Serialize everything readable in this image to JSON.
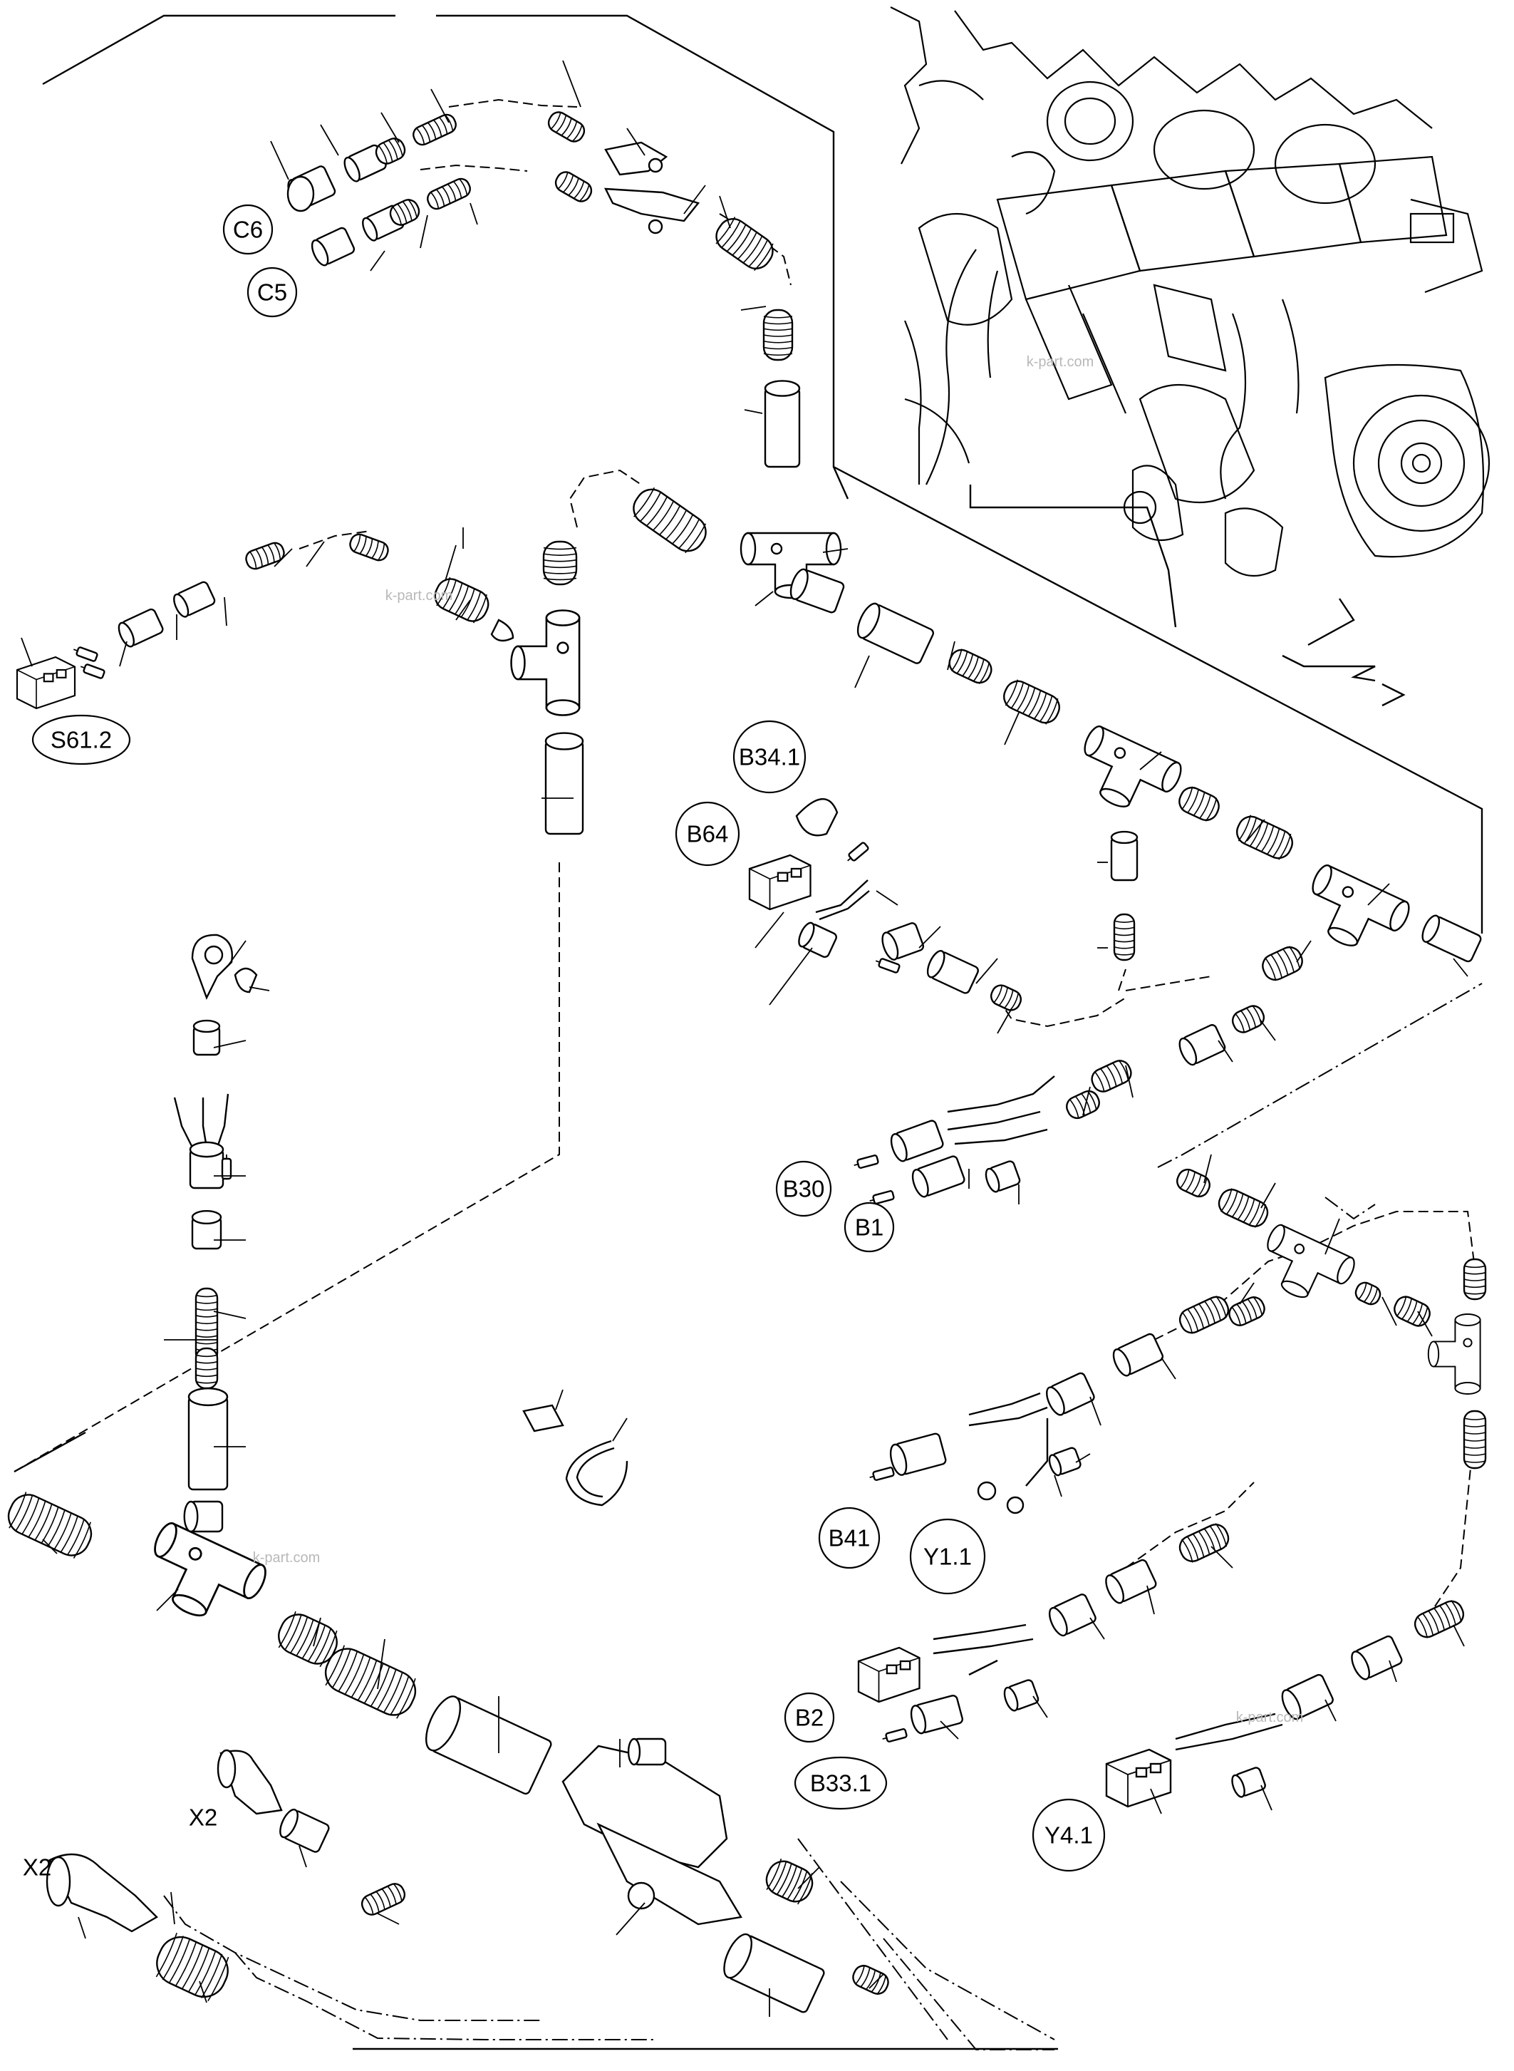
{
  "diagram": {
    "callouts": [
      {
        "id": "c6",
        "label": "C6"
      },
      {
        "id": "c5",
        "label": "C5"
      },
      {
        "id": "s61-2",
        "label": "S61.2"
      },
      {
        "id": "b34-1",
        "label": "B34.1"
      },
      {
        "id": "b64",
        "label": "B64"
      },
      {
        "id": "b30",
        "label": "B30"
      },
      {
        "id": "b1",
        "label": "B1"
      },
      {
        "id": "b41",
        "label": "B41"
      },
      {
        "id": "y1-1",
        "label": "Y1.1"
      },
      {
        "id": "b2",
        "label": "B2"
      },
      {
        "id": "b33-1",
        "label": "B33.1"
      },
      {
        "id": "y4-1",
        "label": "Y4.1"
      }
    ],
    "plain_labels": [
      {
        "id": "x2-upper",
        "label": "X2"
      },
      {
        "id": "x2-lower",
        "label": "X2"
      }
    ],
    "watermarks": [
      "k-part.com",
      "k-part.com",
      "k-part.com",
      "k-part.com"
    ]
  }
}
